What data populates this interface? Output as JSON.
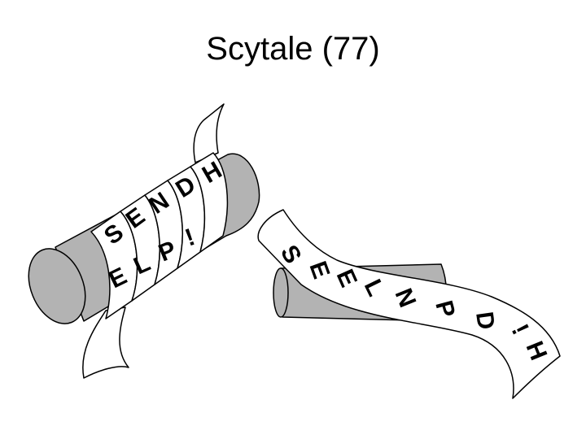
{
  "title": "Scytale (77)",
  "colors": {
    "cylinder_fill": "#b3b3b3",
    "strip_fill": "#ffffff",
    "outline": "#000000"
  },
  "wrapped_strip": {
    "row1": [
      "S",
      "E",
      "N",
      "D",
      "H"
    ],
    "row2": [
      "E",
      "L",
      "P",
      "!"
    ]
  },
  "unwound_strip": {
    "letters": [
      "S",
      "E",
      "E",
      "L",
      "N",
      "P",
      "D",
      "!",
      "H"
    ]
  }
}
